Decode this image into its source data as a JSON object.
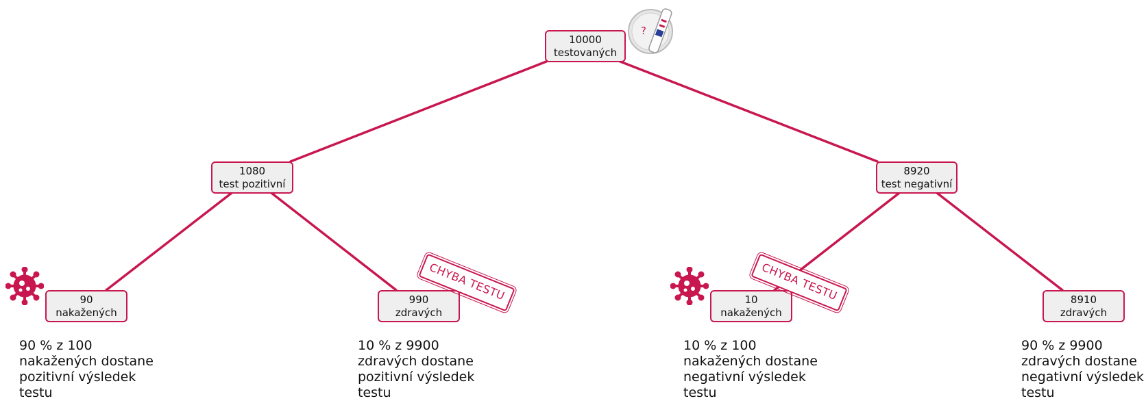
{
  "colors": {
    "accent": "#c8174f",
    "node_fill": "#efefef"
  },
  "root": {
    "count": "10000",
    "label": "testovaných"
  },
  "level1": {
    "positive": {
      "count": "1080",
      "label": "test pozitivní"
    },
    "negative": {
      "count": "8920",
      "label": "test negativní"
    }
  },
  "leaves": [
    {
      "count": "90",
      "label": "nakažených",
      "note": "90 % z 100\nnakažených dostane\npozitivní výsledek\ntestu"
    },
    {
      "count": "990",
      "label": "zdravých",
      "note": "10 % z 9900\nzdravých dostane\npozitivní výsledek\ntestu"
    },
    {
      "count": "10",
      "label": "nakažených",
      "note": "10 % z 100\nnakažených dostane\nnegativní výsledek\ntestu"
    },
    {
      "count": "8910",
      "label": "zdravých",
      "note": "90 % z 9900\nzdravých dostane\nnegativní výsledek\ntestu"
    }
  ],
  "stamps": {
    "error_label": "CHYBA TESTU"
  },
  "icons": {
    "test_kit": "test-kit-icon",
    "virus": "virus-icon"
  }
}
